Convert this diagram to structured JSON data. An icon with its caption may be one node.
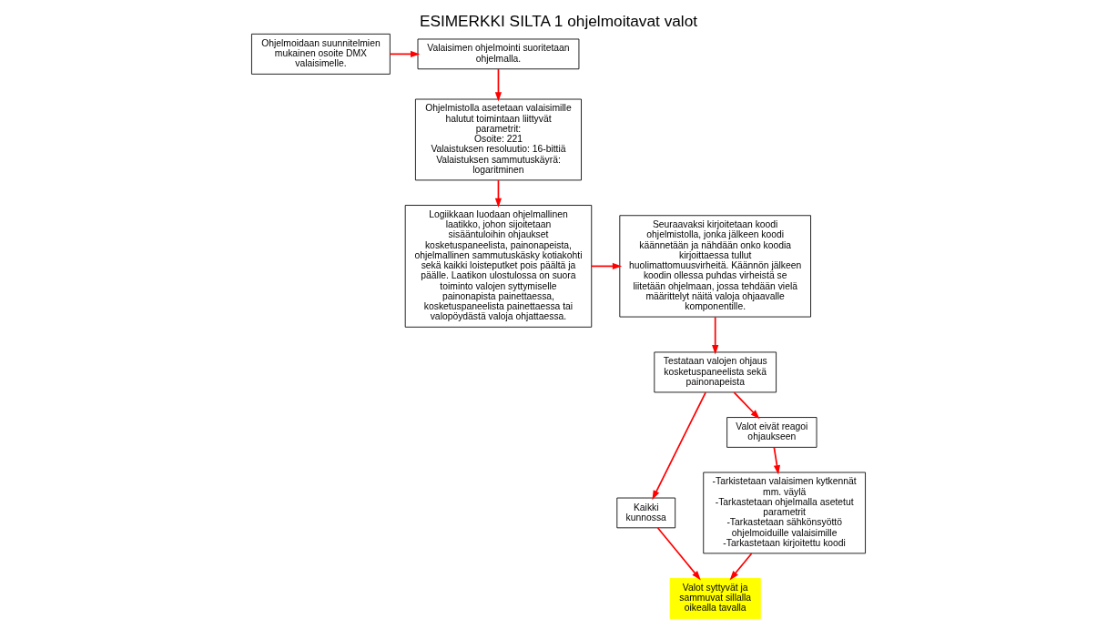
{
  "diagram": {
    "title": "ESIMERKKI SILTA 1 ohjelmoitavat valot",
    "nodes": [
      {
        "text": [
          "Ohjelmoidaan suunnitelmien mukainen osoite DMX valaisimelle."
        ]
      },
      {
        "text": [
          "Valaisimen ohjelmointi suoritetaan ohjelmalla."
        ]
      },
      {
        "text": [
          "Ohjelmistolla asetetaan valaisimille halutut toimintaan liittyvät parametrit:",
          "Osoite: 221",
          "Valaistuksen resoluutio: 16-bittiä",
          "Valaistuksen sammutuskäyrä: logaritminen"
        ]
      },
      {
        "text": [
          "Logiikkaan luodaan ohjelmallinen laatikko, johon sijoitetaan sisääntuloihin ohjaukset kosketuspaneelista, painonapeista, ohjelmallinen sammutuskäsky kotiakohti sekä kaikki loisteputket pois päältä ja päälle. Laatikon ulostulossa on suora toiminto valojen syttymiselle painonapista painettaessa, kosketuspaneelista painettaessa tai valopöydästä valoja ohjattaessa."
        ]
      },
      {
        "text": [
          "Seuraavaksi kirjoitetaan koodi ohjelmistolla, jonka jälkeen koodi käännetään ja nähdään onko koodia kirjoittaessa tullut huolimattomuusvirheitä. Käännön jälkeen koodin ollessa puhdas virheistä se liitetään ohjelmaan, jossa tehdään vielä määrittelyt näitä valoja ohjaavalle komponentille."
        ]
      },
      {
        "text": [
          "Testataan valojen ohjaus kosketuspaneelista sekä painonapeista"
        ]
      },
      {
        "text": [
          "Kaikki kunnossa"
        ]
      },
      {
        "text": [
          "Valot eivät reagoi ohjaukseen"
        ]
      },
      {
        "text": [
          "-Tarkistetaan valaisimen kytkennät mm. väylä",
          "-Tarkastetaan ohjelmalla asetetut parametrit",
          "-Tarkastetaan sähkönsyöttö ohjelmoiduille valaisimille",
          "-Tarkastetaan kirjoitettu koodi"
        ]
      },
      {
        "text": [
          "Valot syttyvät ja sammuvat sillalla oikealla tavalla"
        ]
      }
    ],
    "edges": [
      {
        "from": 0,
        "to": 1,
        "arrow": "to"
      },
      {
        "from": 1,
        "to": 2,
        "arrow": "to"
      },
      {
        "from": 2,
        "to": 3,
        "arrow": "to"
      },
      {
        "from": 3,
        "to": 4,
        "arrow": "to"
      },
      {
        "from": 4,
        "to": 5,
        "arrow": "to"
      },
      {
        "from": 5,
        "to": 6,
        "arrow": "to"
      },
      {
        "from": 5,
        "to": 7,
        "arrow": "to"
      },
      {
        "from": 7,
        "to": 8,
        "arrow": "to"
      },
      {
        "from": 6,
        "to": 9,
        "arrow": "to"
      },
      {
        "from": 8,
        "to": 9,
        "arrow": "to"
      }
    ]
  }
}
